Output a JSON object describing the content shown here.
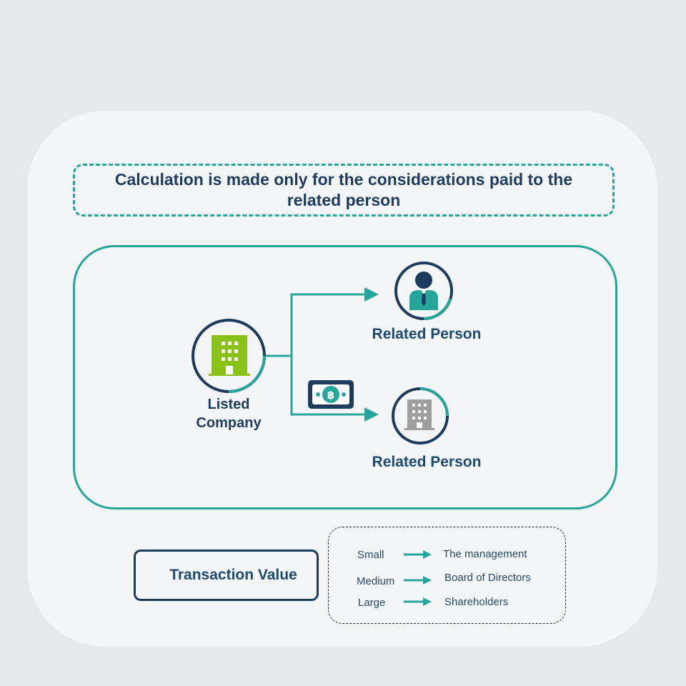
{
  "note": {
    "text": "Calculation is made only for the considerations paid to the related person"
  },
  "flow": {
    "source_label": "Listed Company",
    "targets": [
      {
        "label": "Related Person",
        "icon": "businessman-icon"
      },
      {
        "label": "Related Person",
        "icon": "building-icon"
      }
    ],
    "payment_icon": "baht-banknote-icon"
  },
  "transaction": {
    "label": "Transaction Value"
  },
  "legend": {
    "rows": [
      {
        "size": "Small",
        "approver": "The management"
      },
      {
        "size": "Medium",
        "approver": "Board of Directors"
      },
      {
        "size": "Large",
        "approver": "Shareholders"
      }
    ]
  },
  "colors": {
    "teal": "#26a69a",
    "navy": "#1d3b5c",
    "green_building": "#8bc21a",
    "grey_building": "#9e9e9e",
    "card_bg": "#f3f5f7",
    "page_bg": "#e6e8ea"
  }
}
